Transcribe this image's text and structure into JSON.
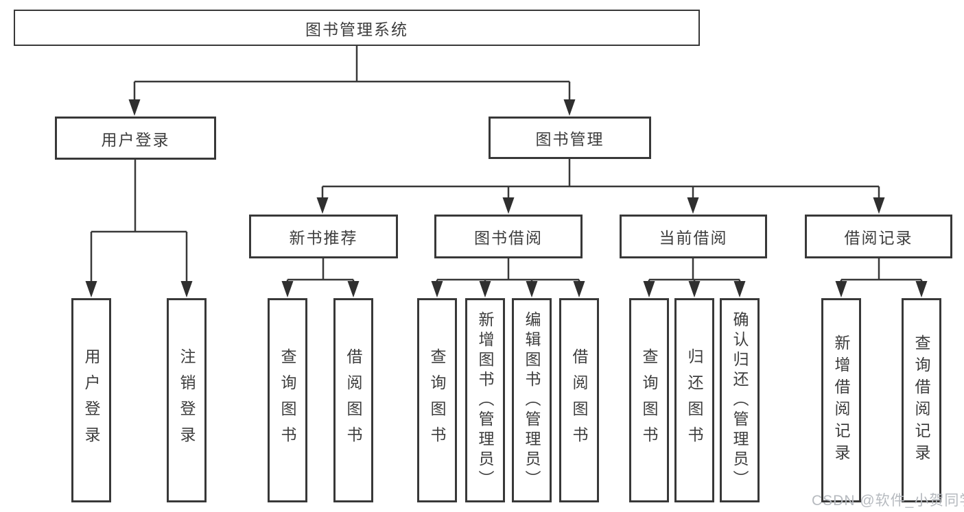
{
  "diagram": {
    "tree": {
      "label": "图书管理系统",
      "children": [
        {
          "label": "用户登录",
          "children": [
            {
              "label": "用户登录"
            },
            {
              "label": "注销登录"
            }
          ]
        },
        {
          "label": "图书管理",
          "children": [
            {
              "label": "新书推荐",
              "children": [
                {
                  "label": "查询图书"
                },
                {
                  "label": "借阅图书"
                }
              ]
            },
            {
              "label": "图书借阅",
              "children": [
                {
                  "label": "查询图书"
                },
                {
                  "label": "新增图书（管理员）"
                },
                {
                  "label": "编辑图书（管理员）"
                },
                {
                  "label": "借阅图书"
                }
              ]
            },
            {
              "label": "当前借阅",
              "children": [
                {
                  "label": "查询图书"
                },
                {
                  "label": "归还图书"
                },
                {
                  "label": "确认归还（管理员）"
                }
              ]
            },
            {
              "label": "借阅记录",
              "children": [
                {
                  "label": "新增借阅记录"
                },
                {
                  "label": "查询借阅记录"
                }
              ]
            }
          ]
        }
      ]
    },
    "colors": {
      "line": "#383838",
      "box_border": "#383838",
      "text": "#3d3d3d",
      "background": "#ffffff"
    }
  },
  "watermark": {
    "text": "CSDN @软件_小贺同学",
    "color": "#b6babf"
  }
}
